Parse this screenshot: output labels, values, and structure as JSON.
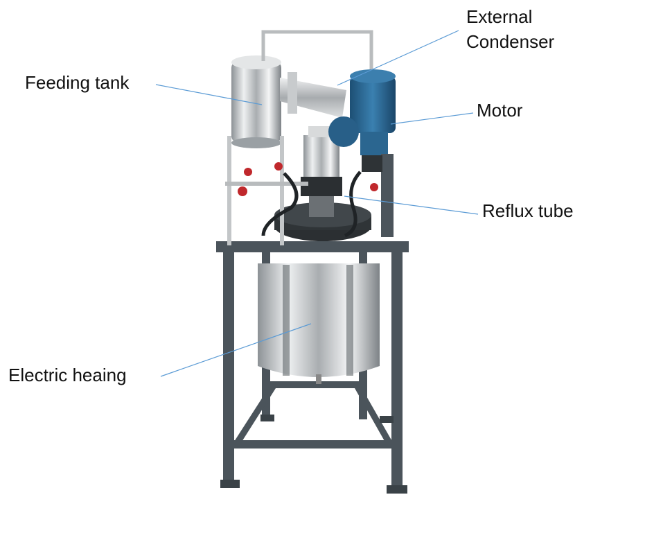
{
  "labels": {
    "external_condenser_line1": "External",
    "external_condenser_line2": "Condenser",
    "feeding_tank": "Feeding tank",
    "motor": "Motor",
    "reflux_tube": "Reflux tube",
    "electric_heating": "Electric heaing"
  },
  "colors": {
    "leader_line": "#5b9bd5",
    "frame": "#4b545b",
    "motor": "#2c6a96",
    "steel": "#c9ccce",
    "valve": "#c0282c"
  }
}
